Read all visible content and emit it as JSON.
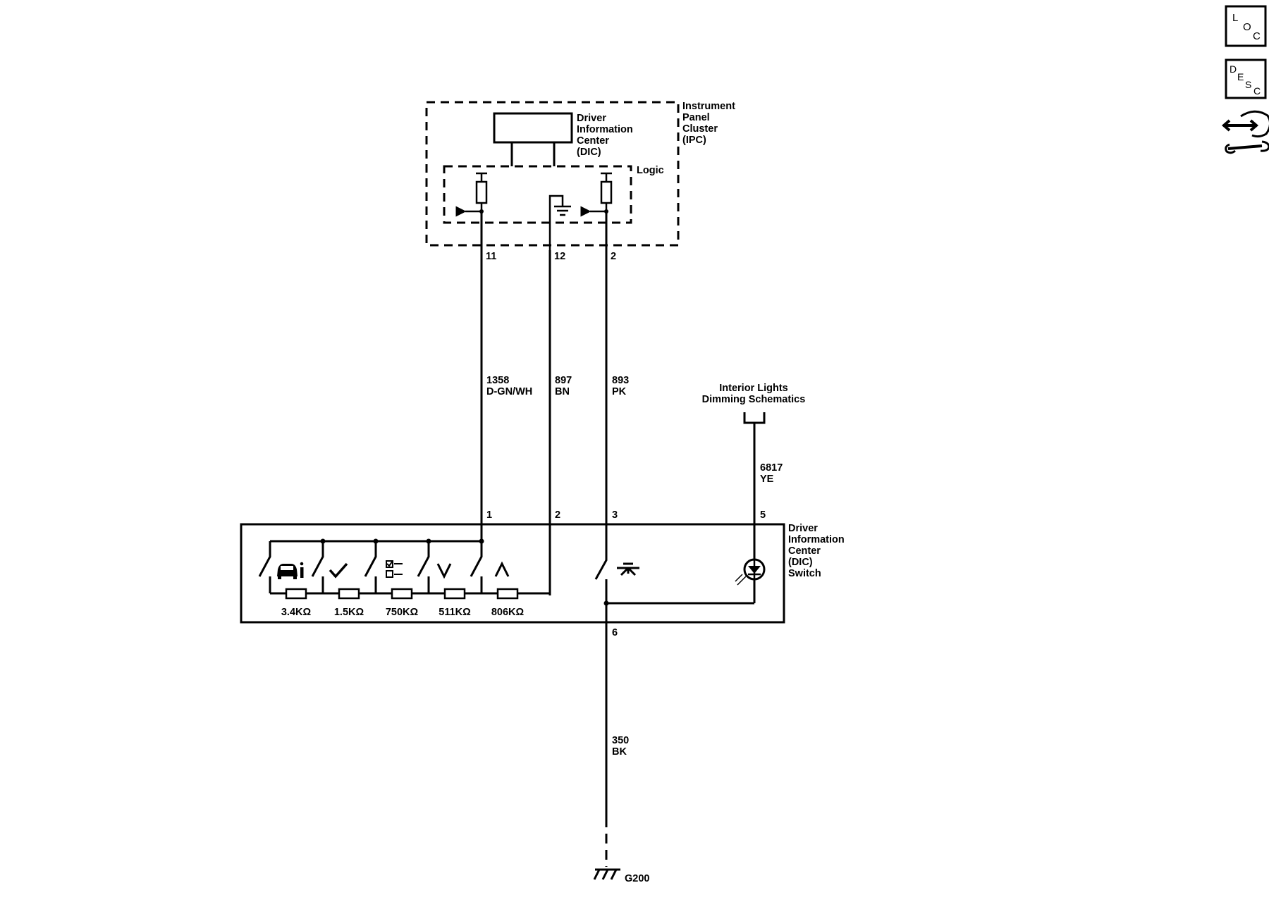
{
  "ipc": {
    "title_lines": [
      "Instrument",
      "Panel",
      "Cluster",
      "(IPC)"
    ],
    "dic_lines": [
      "Driver",
      "Information",
      "Center",
      "(DIC)"
    ],
    "logic_label": "Logic",
    "pins": {
      "left": "11",
      "middle": "12",
      "right": "2"
    }
  },
  "wires": {
    "w1": {
      "circuit": "1358",
      "color": "D-GN/WH"
    },
    "w2": {
      "circuit": "897",
      "color": "BN"
    },
    "w3": {
      "circuit": "893",
      "color": "PK"
    },
    "w4": {
      "circuit": "6817",
      "color": "YE"
    },
    "ground_wire": {
      "circuit": "350",
      "color": "BK"
    }
  },
  "interior_lights": {
    "lines": [
      "Interior Lights",
      "Dimming Schematics"
    ]
  },
  "dic_switch": {
    "title_lines": [
      "Driver",
      "Information",
      "Center",
      "(DIC)",
      "Switch"
    ],
    "pins": {
      "p1": "1",
      "p2": "2",
      "p3": "3",
      "p5": "5",
      "p6": "6"
    },
    "resistors": [
      "3.4KΩ",
      "1.5KΩ",
      "750KΩ",
      "511KΩ",
      "806KΩ"
    ],
    "button_icons": [
      "vehicle-info-icon",
      "check-icon",
      "trip-reset-icon",
      "down-arrow-icon",
      "up-arrow-icon"
    ]
  },
  "ground": {
    "label": "G200"
  },
  "nav_buttons": [
    {
      "name": "loc-button",
      "letters": [
        "L",
        "O",
        "C"
      ]
    },
    {
      "name": "desc-button",
      "letters": [
        "D",
        "E",
        "S",
        "C"
      ]
    }
  ]
}
